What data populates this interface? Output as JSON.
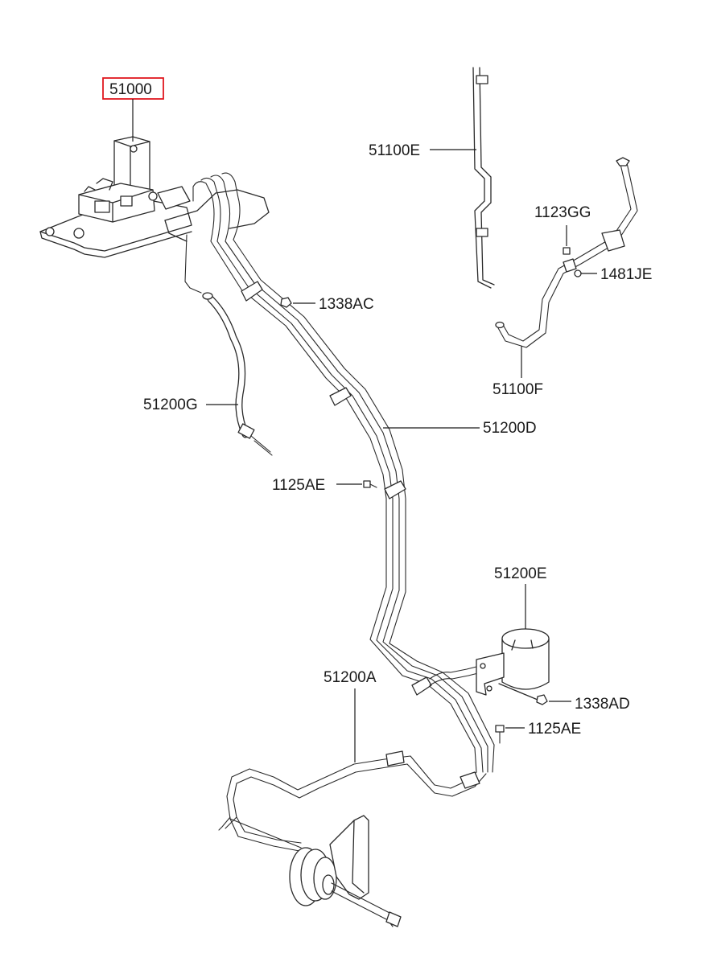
{
  "callouts": {
    "p51000": "51000",
    "p51100E": "51100E",
    "p1123GG": "1123GG",
    "p1481JE": "1481JE",
    "p51100F": "51100F",
    "p1338AC": "1338AC",
    "p51200G": "51200G",
    "p51200D": "51200D",
    "p1125AE_top": "1125AE",
    "p51200E": "51200E",
    "p1338AD": "1338AD",
    "p1125AE_bottom": "1125AE",
    "p51200A": "51200A"
  },
  "highlight_color": "#e0171f",
  "line_color": "#1a1a1a"
}
